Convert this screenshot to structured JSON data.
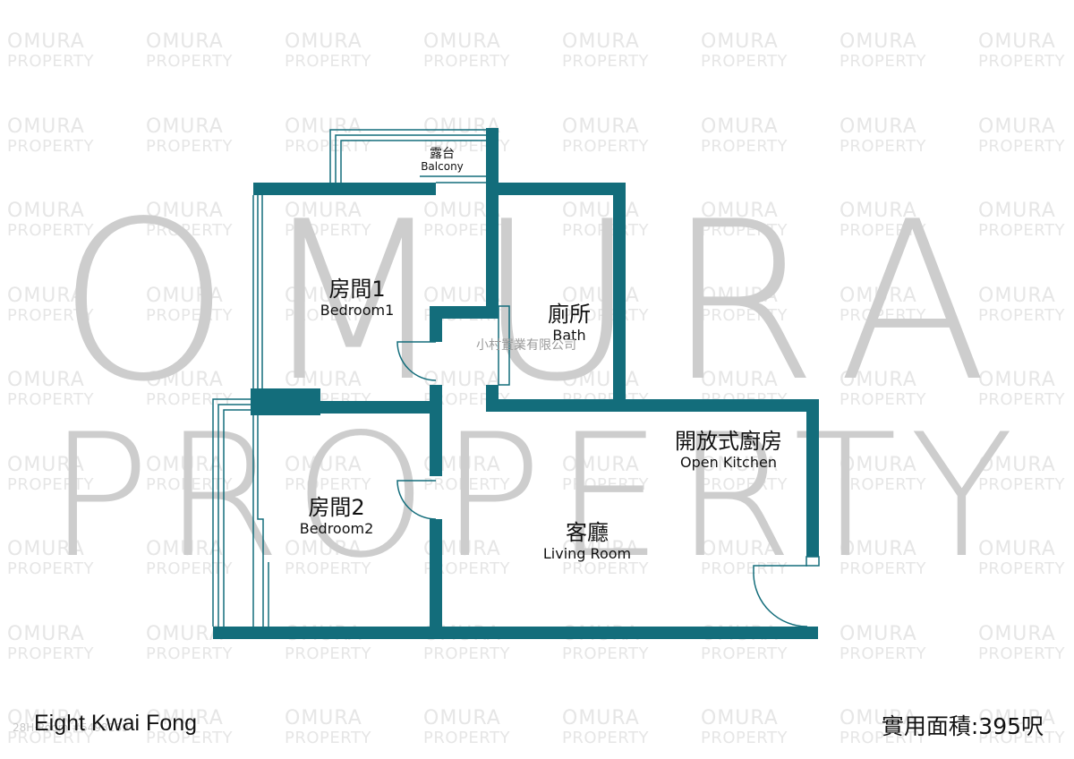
{
  "watermark": {
    "brand_line1": "OMURA",
    "brand_line2": "PROPERTY",
    "company_chinese": "小村置業有限公司"
  },
  "rooms": {
    "balcony": {
      "zh": "露台",
      "en": "Balcony"
    },
    "bedroom1": {
      "zh": "房間1",
      "en": "Bedroom1"
    },
    "bath": {
      "zh": "廁所",
      "en": "Bath"
    },
    "bedroom2": {
      "zh": "房間2",
      "en": "Bedroom2"
    },
    "kitchen": {
      "zh": "開放式廚房",
      "en": "Open Kitchen"
    },
    "living": {
      "zh": "客廳",
      "en": "Living Room"
    }
  },
  "footer": {
    "building": "Eight Kwai Fong",
    "area": "實用面積:395呎",
    "reference": "28H·Room #5498169"
  },
  "colors": {
    "wall": "#136d7b",
    "watermark_small": "#e6e6e6",
    "watermark_big": "#cdcdcd",
    "text": "#111111"
  }
}
